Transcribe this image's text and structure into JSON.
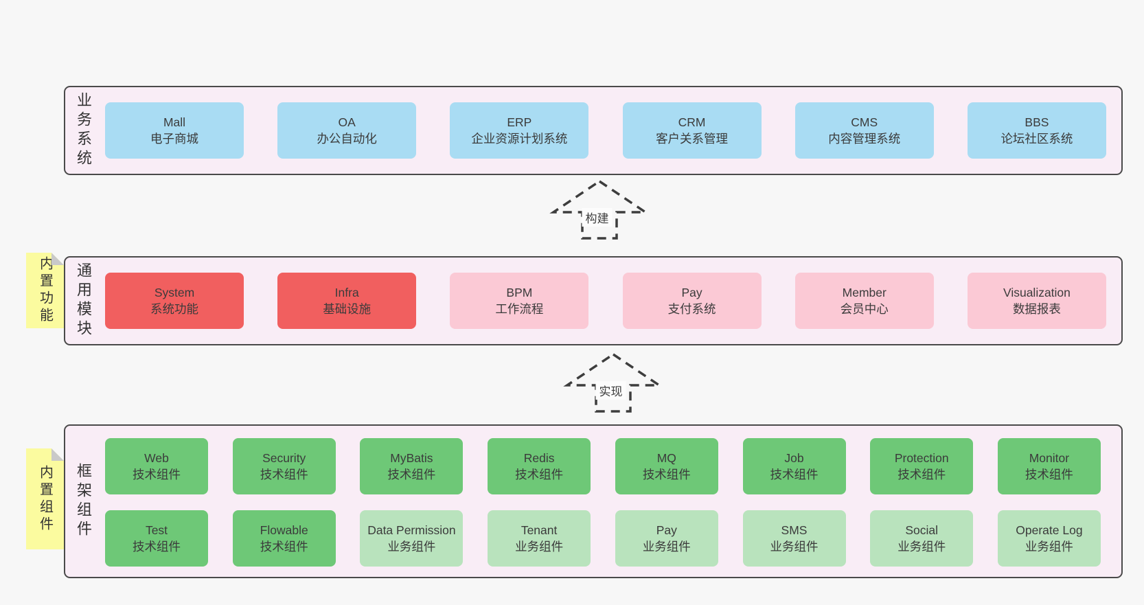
{
  "colors": {
    "page_bg": "#f7f7f7",
    "layer_bg": "#f9edf6",
    "layer_border": "#4a4a4a",
    "box_blue": "#a9dcf3",
    "box_red": "#f15f5f",
    "box_pink": "#fbc9d5",
    "box_green": "#6ec877",
    "box_lightgreen": "#b9e3bd",
    "sticky_yellow": "#fbfb9f",
    "sticky_fold": "#c9c9c9",
    "text": "#3b3b3b"
  },
  "arrows": {
    "build": "构建",
    "implement": "实现"
  },
  "layers": {
    "business": {
      "label": "业务系统",
      "boxes": [
        {
          "en": "Mall",
          "zh": "电子商城",
          "variant": "blue"
        },
        {
          "en": "OA",
          "zh": "办公自动化",
          "variant": "blue"
        },
        {
          "en": "ERP",
          "zh": "企业资源计划系统",
          "variant": "blue"
        },
        {
          "en": "CRM",
          "zh": "客户关系管理",
          "variant": "blue"
        },
        {
          "en": "CMS",
          "zh": "内容管理系统",
          "variant": "blue"
        },
        {
          "en": "BBS",
          "zh": "论坛社区系统",
          "variant": "blue"
        }
      ]
    },
    "modules": {
      "label": "通用模块",
      "sticky": "内置功能",
      "boxes": [
        {
          "en": "System",
          "zh": "系统功能",
          "variant": "red"
        },
        {
          "en": "Infra",
          "zh": "基础设施",
          "variant": "red"
        },
        {
          "en": "BPM",
          "zh": "工作流程",
          "variant": "pink"
        },
        {
          "en": "Pay",
          "zh": "支付系统",
          "variant": "pink"
        },
        {
          "en": "Member",
          "zh": "会员中心",
          "variant": "pink"
        },
        {
          "en": "Visualization",
          "zh": "数据报表",
          "variant": "pink"
        }
      ]
    },
    "components": {
      "label": "框架组件",
      "sticky": "内置组件",
      "row1": [
        {
          "en": "Web",
          "zh": "技术组件",
          "variant": "green"
        },
        {
          "en": "Security",
          "zh": "技术组件",
          "variant": "green"
        },
        {
          "en": "MyBatis",
          "zh": "技术组件",
          "variant": "green"
        },
        {
          "en": "Redis",
          "zh": "技术组件",
          "variant": "green"
        },
        {
          "en": "MQ",
          "zh": "技术组件",
          "variant": "green"
        },
        {
          "en": "Job",
          "zh": "技术组件",
          "variant": "green"
        },
        {
          "en": "Protection",
          "zh": "技术组件",
          "variant": "green"
        },
        {
          "en": "Monitor",
          "zh": "技术组件",
          "variant": "green"
        }
      ],
      "row2": [
        {
          "en": "Test",
          "zh": "技术组件",
          "variant": "green"
        },
        {
          "en": "Flowable",
          "zh": "技术组件",
          "variant": "green"
        },
        {
          "en": "Data Permission",
          "zh": "业务组件",
          "variant": "lightgreen"
        },
        {
          "en": "Tenant",
          "zh": "业务组件",
          "variant": "lightgreen"
        },
        {
          "en": "Pay",
          "zh": "业务组件",
          "variant": "lightgreen"
        },
        {
          "en": "SMS",
          "zh": "业务组件",
          "variant": "lightgreen"
        },
        {
          "en": "Social",
          "zh": "业务组件",
          "variant": "lightgreen"
        },
        {
          "en": "Operate Log",
          "zh": "业务组件",
          "variant": "lightgreen"
        }
      ]
    }
  }
}
